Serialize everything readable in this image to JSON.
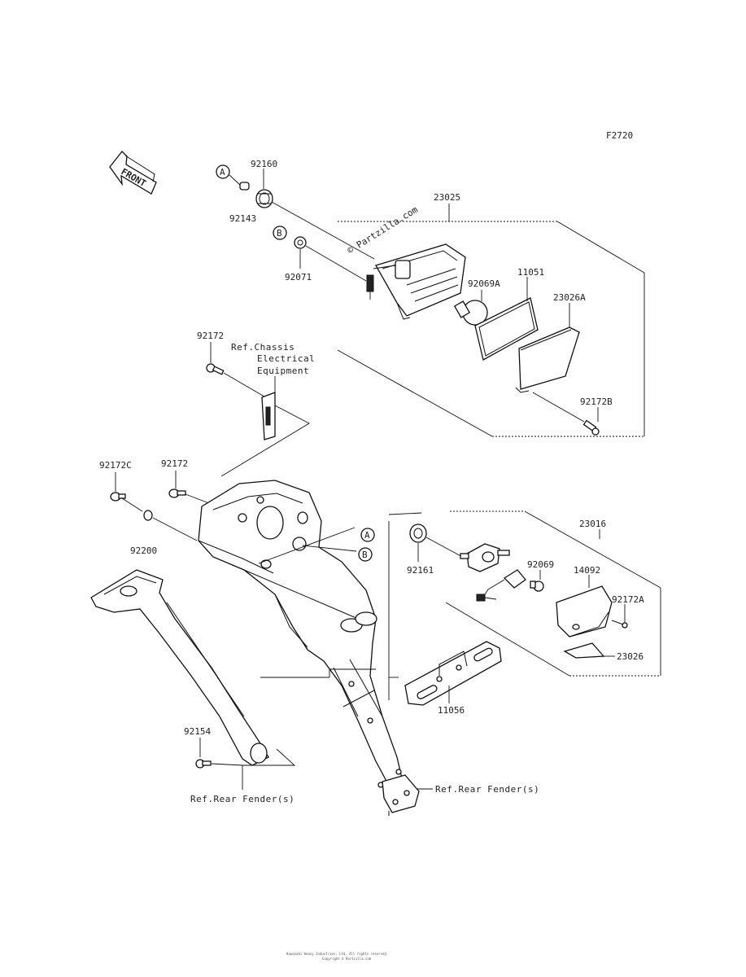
{
  "figure_code": "F2720",
  "front_label": "FRONT",
  "watermark": "© Partzilla.com",
  "callouts": {
    "circle_a": "A",
    "circle_b": "B"
  },
  "parts": {
    "p92160": "92160",
    "p92143": "92143",
    "p92071": "92071",
    "p23025": "23025",
    "p92069a": "92069A",
    "p11051": "11051",
    "p23026a": "23026A",
    "p92172b": "92172B",
    "p92172_top": "92172",
    "p92172c": "92172C",
    "p92172_mid": "92172",
    "p92200": "92200",
    "p23016": "23016",
    "p92161": "92161",
    "p92069": "92069",
    "p14092": "14092",
    "p92172a": "92172A",
    "p23026": "23026",
    "p11056": "11056",
    "p92154": "92154"
  },
  "refs": {
    "chassis_line1": "Ref.Chassis",
    "chassis_line2": "Electrical",
    "chassis_line3": "Equipment",
    "rear_fender_left": "Ref.Rear Fender(s)",
    "rear_fender_right": "Ref.Rear Fender(s)"
  },
  "footer": {
    "line1": "Kawasaki Heavy Industries, Ltd. All rights reserved.",
    "line2": "Copyright © Partzilla.com"
  }
}
